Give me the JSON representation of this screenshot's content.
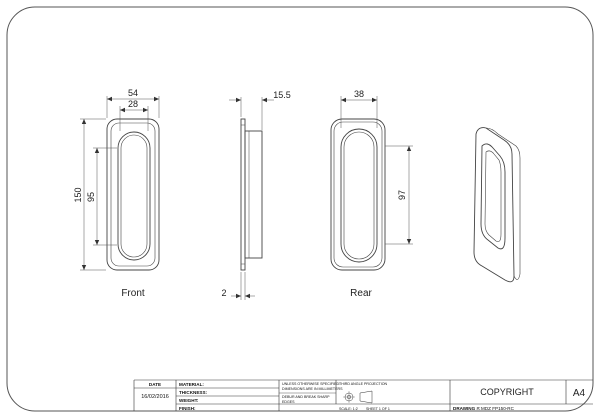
{
  "views": {
    "front_label": "Front",
    "rear_label": "Rear"
  },
  "dimensions": {
    "front_outer_width": "54",
    "front_inner_width": "28",
    "front_outer_height": "150",
    "front_inner_height": "95",
    "side_depth": "15.5",
    "side_flange": "2",
    "rear_width": "38",
    "rear_height": "97"
  },
  "title_block": {
    "date_header": "DATE",
    "date_value": "16/02/2016",
    "material_label": "MATERIAL:",
    "thickness_label": "THICKNESS:",
    "weight_label": "WEIGHT:",
    "finish_label": "FINISH:",
    "note_line1": "UNLESS OTHERWISE SPECIFIED:",
    "note_line2": "DIMENSIONS ARE IN MILLIMETERS",
    "note_line3": "DEBUR AND BREAK SHARP",
    "note_line4": "EDGES",
    "projection_label": "THIRD ANGLE PROJECTION",
    "scale_label": "SCALE: 1:2",
    "sheet_label": "SHEET 1 OF 1",
    "copyright": "COPYRIGHT",
    "drawing_no_label": "DRAWING #:",
    "drawing_no_value": "MDZ FP150-RC",
    "paper_size": "A4"
  }
}
